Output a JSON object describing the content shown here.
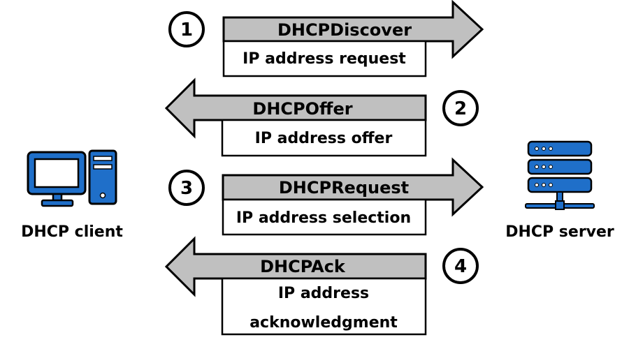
{
  "client": {
    "label": "DHCP client",
    "icon": "desktop-computer-icon"
  },
  "server": {
    "label": "DHCP server",
    "icon": "server-rack-icon"
  },
  "colors": {
    "icon_blue": "#1f6fc9",
    "arrow_fill": "#c0c0c0",
    "outline": "#000000"
  },
  "steps": [
    {
      "number": "1",
      "message": "DHCPDiscover",
      "description": [
        "IP address request"
      ],
      "direction": "to-server"
    },
    {
      "number": "2",
      "message": "DHCPOffer",
      "description": [
        "IP address offer"
      ],
      "direction": "to-client"
    },
    {
      "number": "3",
      "message": "DHCPRequest",
      "description": [
        "IP address selection"
      ],
      "direction": "to-server"
    },
    {
      "number": "4",
      "message": "DHCPAck",
      "description": [
        "IP address",
        "acknowledgment"
      ],
      "direction": "to-client"
    }
  ]
}
